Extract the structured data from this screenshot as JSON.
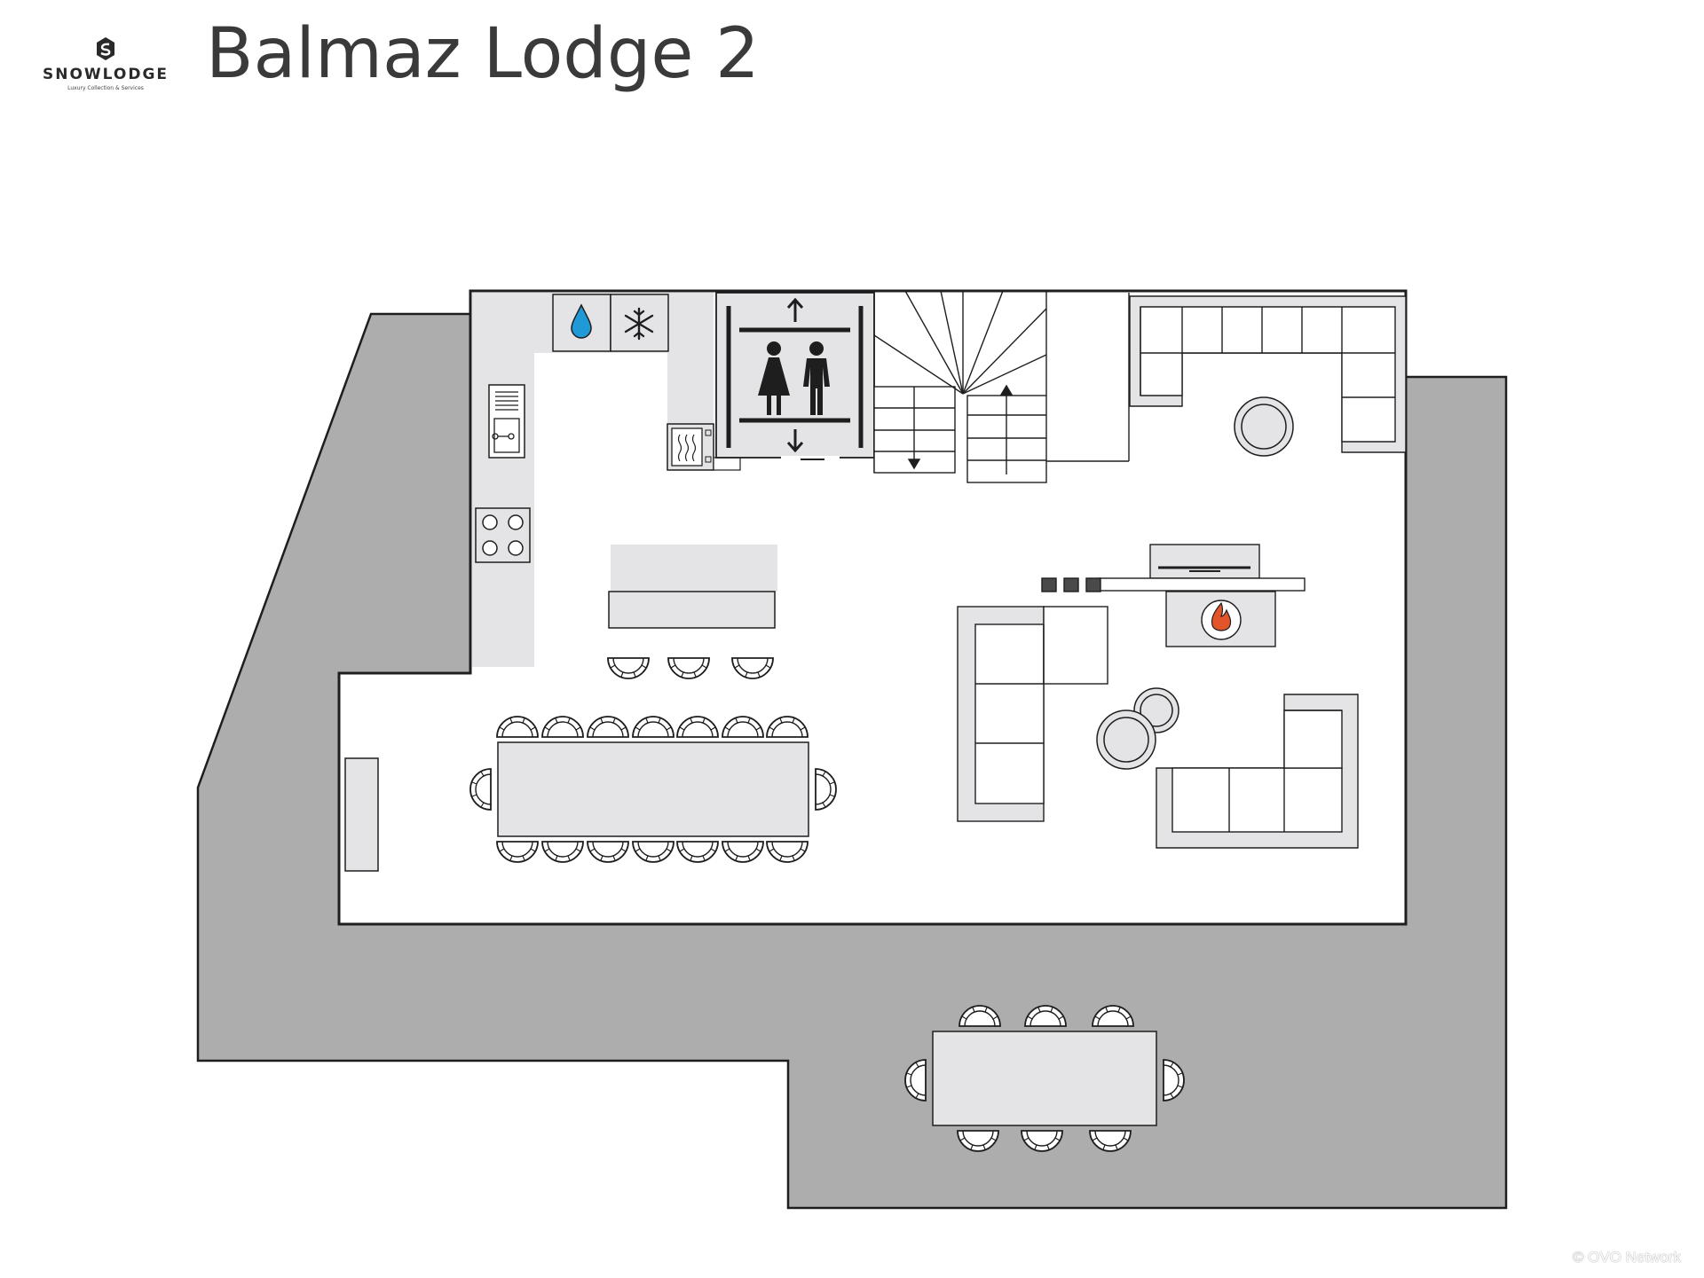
{
  "header": {
    "brand": "SNOWLODGE",
    "tagline": "Luxury Collection & Services",
    "title": "Balmaz Lodge 2"
  },
  "footer": {
    "copyright": "© OVO Network"
  },
  "colors": {
    "terrace": "#adadad",
    "interior": "#ffffff",
    "furniture": "#e4e4e6",
    "wall": "#1e1e1e",
    "water": "#1f9ad6",
    "fire": "#e2552a"
  },
  "icons": [
    "snowlodge-logo-icon",
    "water-drop-icon",
    "snowflake-icon",
    "elevator-icon",
    "fire-icon",
    "arrow-up-icon",
    "arrow-down-icon"
  ]
}
